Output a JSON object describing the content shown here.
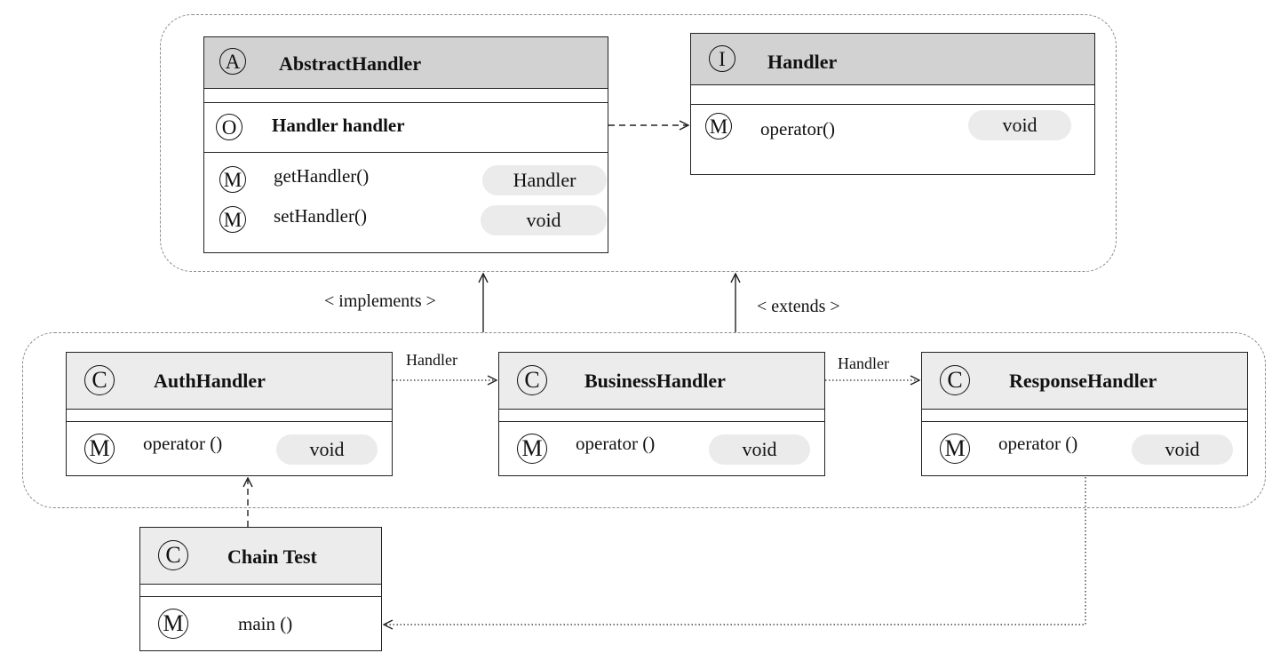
{
  "classes": {
    "abstract_handler": {
      "badge": "A",
      "name": "AbstractHandler",
      "field": {
        "badge": "O",
        "text": "Handler handler"
      },
      "methods": [
        {
          "badge": "M",
          "name": "getHandler()",
          "type": "Handler"
        },
        {
          "badge": "M",
          "name": "setHandler()",
          "type": "void"
        }
      ]
    },
    "handler": {
      "badge": "I",
      "name": "Handler",
      "methods": [
        {
          "badge": "M",
          "name": "operator()",
          "type": "void"
        }
      ]
    },
    "auth_handler": {
      "badge": "C",
      "name": "AuthHandler",
      "methods": [
        {
          "badge": "M",
          "name": "operator ()",
          "type": "void"
        }
      ]
    },
    "business_handler": {
      "badge": "C",
      "name": "BusinessHandler",
      "methods": [
        {
          "badge": "M",
          "name": "operator ()",
          "type": "void"
        }
      ]
    },
    "response_handler": {
      "badge": "C",
      "name": "ResponseHandler",
      "methods": [
        {
          "badge": "M",
          "name": "operator ()",
          "type": "void"
        }
      ]
    },
    "chain_test": {
      "badge": "C",
      "name": "Chain Test",
      "methods": [
        {
          "badge": "M",
          "name": "main ()"
        }
      ]
    }
  },
  "edges": {
    "implements_label": "< implements >",
    "extends_label": "< extends >",
    "auth_to_business_label": "Handler",
    "business_to_response_label": "Handler"
  },
  "colors": {
    "header_gray": "#d2d2d2",
    "header_light": "#ececec",
    "pill": "#ebebeb",
    "group_border": "#8a8a8a"
  }
}
